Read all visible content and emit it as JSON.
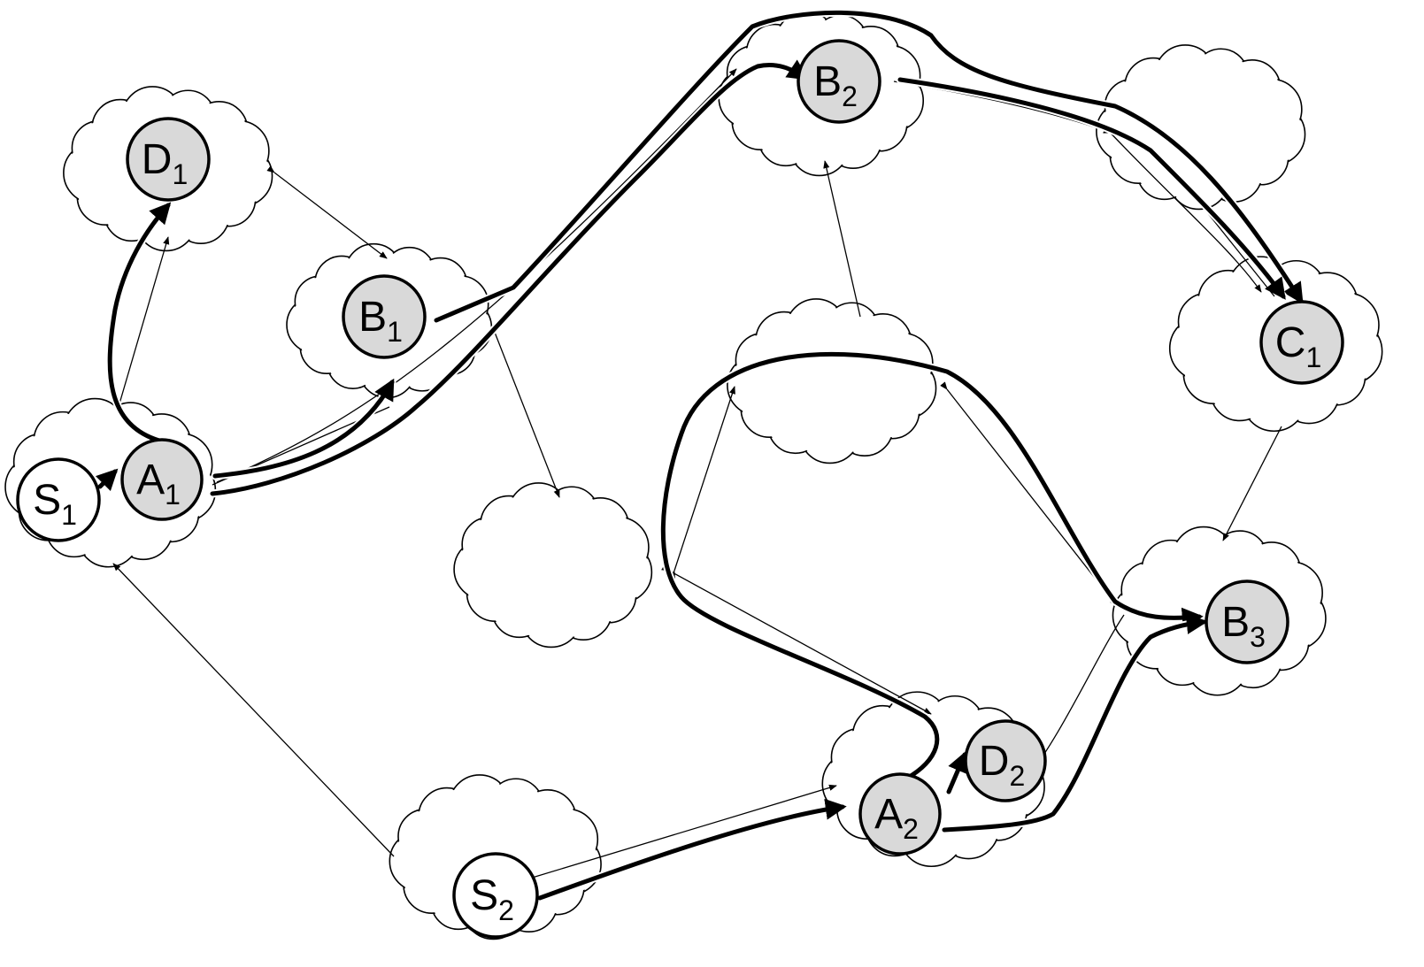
{
  "colors": {
    "node_gray": "#d9d9d9",
    "node_white": "#ffffff",
    "line": "#000000",
    "background": "#ffffff"
  },
  "nodes": {
    "S1": {
      "letter": "S",
      "sub": "1",
      "fill": "white"
    },
    "A1": {
      "letter": "A",
      "sub": "1",
      "fill": "gray"
    },
    "D1": {
      "letter": "D",
      "sub": "1",
      "fill": "gray"
    },
    "B1": {
      "letter": "B",
      "sub": "1",
      "fill": "gray"
    },
    "B2": {
      "letter": "B",
      "sub": "2",
      "fill": "gray"
    },
    "C1": {
      "letter": "C",
      "sub": "1",
      "fill": "gray"
    },
    "B3": {
      "letter": "B",
      "sub": "3",
      "fill": "gray"
    },
    "A2": {
      "letter": "A",
      "sub": "2",
      "fill": "gray"
    },
    "D2": {
      "letter": "D",
      "sub": "2",
      "fill": "gray"
    },
    "S2": {
      "letter": "S",
      "sub": "2",
      "fill": "white"
    }
  }
}
